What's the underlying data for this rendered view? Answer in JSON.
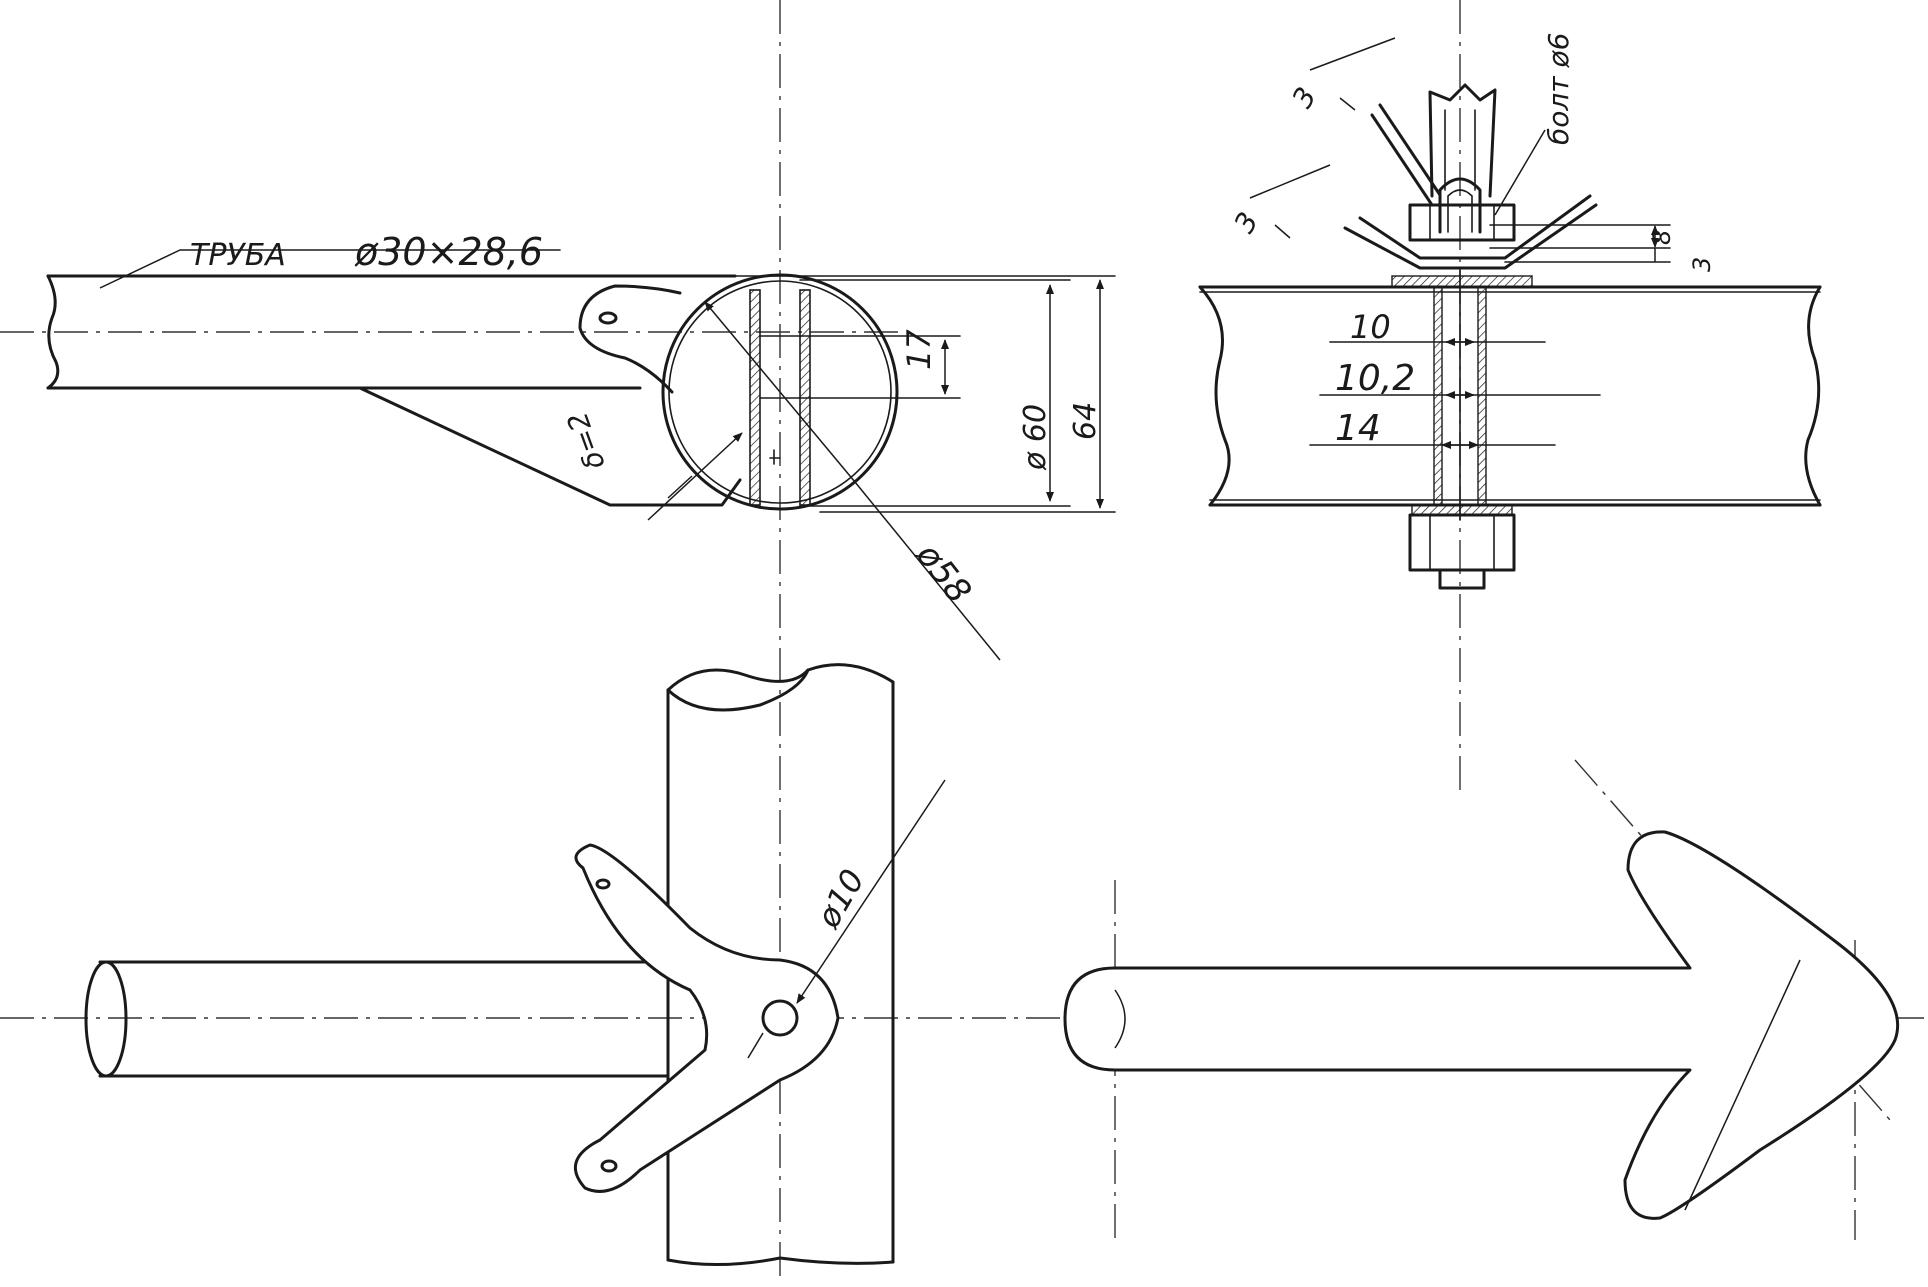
{
  "labels": {
    "pipe": "ТРУБА",
    "pipe_size": "ø30×28,6",
    "dia_60": "ø 60",
    "dim_64": "64",
    "dim_17": "17",
    "dia_58": "ø58",
    "delta": "δ=2",
    "bolt": "болт ø6",
    "dim_3a": "3",
    "dim_3b": "3",
    "dim_3c": "3",
    "dim_8": "8",
    "dim_10": "10",
    "dim_10_2": "10,2",
    "dim_14": "14",
    "dia_10": "ø10"
  }
}
